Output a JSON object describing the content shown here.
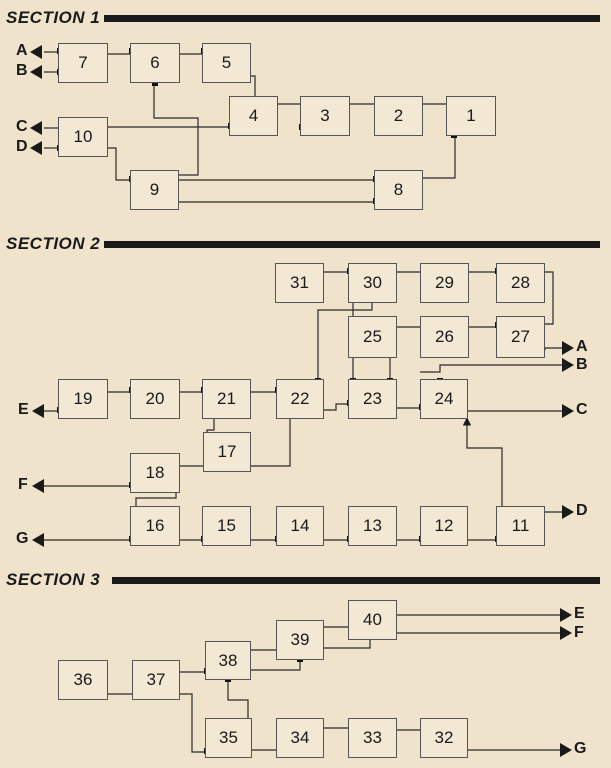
{
  "sections": [
    {
      "id": "s1",
      "title": "SECTION 1"
    },
    {
      "id": "s2",
      "title": "SECTION 2"
    },
    {
      "id": "s3",
      "title": "SECTION 3"
    }
  ],
  "blocks": {
    "b1": "1",
    "b2": "2",
    "b3": "3",
    "b4": "4",
    "b5": "5",
    "b6": "6",
    "b7": "7",
    "b8": "8",
    "b9": "9",
    "b10": "10",
    "b11": "11",
    "b12": "12",
    "b13": "13",
    "b14": "14",
    "b15": "15",
    "b16": "16",
    "b17": "17",
    "b18": "18",
    "b19": "19",
    "b20": "20",
    "b21": "21",
    "b22": "22",
    "b23": "23",
    "b24": "24",
    "b25": "25",
    "b26": "26",
    "b27": "27",
    "b28": "28",
    "b29": "29",
    "b30": "30",
    "b31": "31",
    "b32": "32",
    "b33": "33",
    "b34": "34",
    "b35": "35",
    "b36": "36",
    "b37": "37",
    "b38": "38",
    "b39": "39",
    "b40": "40"
  },
  "terminals": {
    "s1_a": "A",
    "s1_b": "B",
    "s1_c": "C",
    "s1_d": "D",
    "s2_a": "A",
    "s2_b": "B",
    "s2_c": "C",
    "s2_d": "D",
    "s2_e": "E",
    "s2_f": "F",
    "s2_g": "G",
    "s3_e": "E",
    "s3_f": "F",
    "s3_g": "G"
  }
}
